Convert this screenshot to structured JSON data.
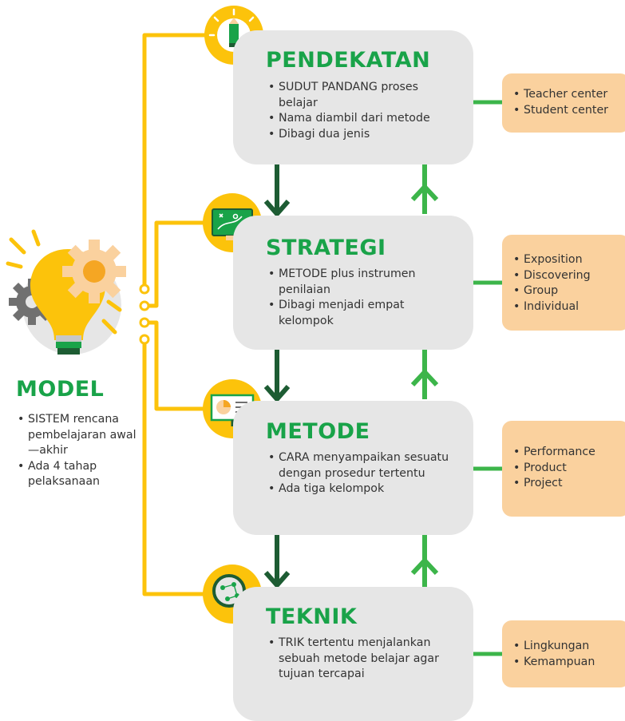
{
  "model": {
    "title": "MODEL",
    "bullets": [
      "SISTEM rencana pembelajaran awal—akhir",
      "Ada 4 tahap pelaksanaan"
    ]
  },
  "stages": [
    {
      "title": "PENDEKATAN",
      "icon": "pencil-lightbulb-icon",
      "bullets": [
        "SUDUT PANDANG proses belajar",
        "Nama diambil dari metode",
        "Dibagi dua jenis"
      ],
      "side": [
        "Teacher center",
        "Student center"
      ]
    },
    {
      "title": "STRATEGI",
      "icon": "tactics-board-icon",
      "bullets": [
        "METODE plus instrumen penilaian",
        "Dibagi menjadi empat kelompok"
      ],
      "side": [
        "Exposition",
        "Discovering",
        "Group",
        "Individual"
      ]
    },
    {
      "title": "METODE",
      "icon": "presentation-board-icon",
      "bullets": [
        "CARA menyampaikan sesuatu dengan prosedur tertentu",
        "Ada tiga kelompok"
      ],
      "side": [
        "Performance",
        "Product",
        "Project"
      ]
    },
    {
      "title": "TEKNIK",
      "icon": "magnifier-icon",
      "bullets": [
        "TRIK tertentu menjalankan sebuah metode belajar agar tujuan tercapai"
      ],
      "side": [
        "Lingkungan",
        "Kemampuan"
      ]
    }
  ],
  "colors": {
    "green": "#19a349",
    "dark_green": "#1d5c33",
    "light_green": "#3cb54a",
    "yellow": "#fcc30b",
    "box_gray": "#e6e6e6",
    "side_orange": "#fad19e"
  }
}
